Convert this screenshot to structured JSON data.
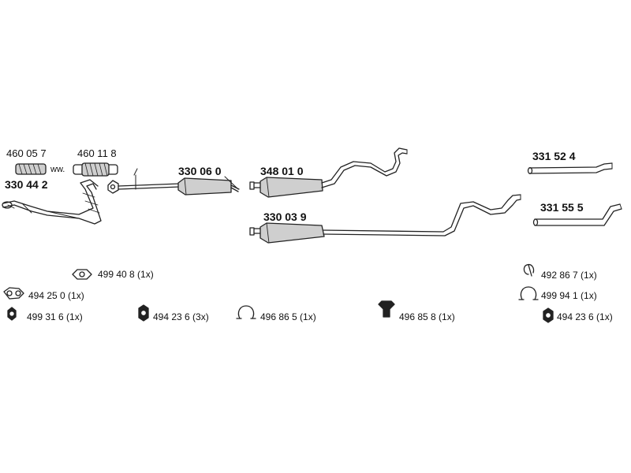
{
  "parts": {
    "p460057": "460 05 7",
    "p460118": "460 11 8",
    "ww": "ww.",
    "p330442": "330 44 2",
    "p330060": "330 06 0",
    "p348010": "348 01 0",
    "p330039": "330 03 9",
    "p331524": "331 52 4",
    "p331555": "331 55 5"
  },
  "accessories": {
    "a499408": "499 40 8 (1x)",
    "a494250": "494 25 0  (1x)",
    "a499316": "499 31 6  (1x)",
    "a494236a": "494 23 6 (3x)",
    "a496865": "496 86 5  (1x)",
    "a496858": "496 85 8  (1x)",
    "a492867": "492 86 7  (1x)",
    "a499941": "499 94 1  (1x)",
    "a494236b": "494 23 6 (1x)"
  },
  "colors": {
    "line": "#222222",
    "fill": "#cfcfcf",
    "text": "#111111"
  }
}
